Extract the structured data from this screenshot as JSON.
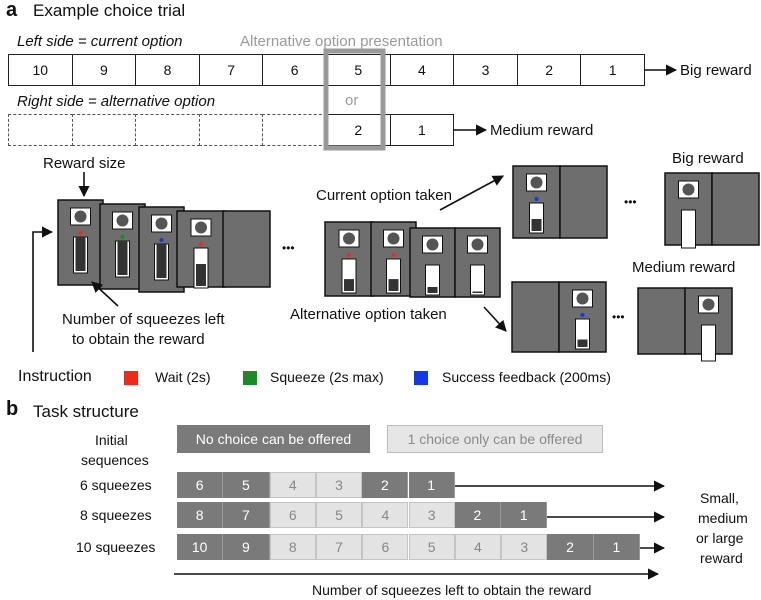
{
  "panel_a": {
    "letter": "a",
    "title": "Example choice trial",
    "left_side_label": "Left side = current option",
    "alt_presentation_label": "Alternative option presentation",
    "right_side_label": "Right side = alternative option",
    "current_cells": [
      "10",
      "9",
      "8",
      "7",
      "6",
      "5",
      "4",
      "3",
      "2",
      "1"
    ],
    "or_label": "or",
    "alt_cells": [
      "2",
      "1"
    ],
    "big_reward_label": "Big reward",
    "medium_reward_label": "Medium reward",
    "reward_size_label": "Reward size",
    "current_taken_label": "Current option taken",
    "alternative_taken_label": "Alternative option taken",
    "big_reward_label_2": "Big reward",
    "medium_reward_label_2": "Medium reward",
    "squeezes_left_label_1": "Number of squeezes left",
    "squeezes_left_label_2": "to obtain the reward",
    "ellipsis": "•••",
    "instruction_label": "Instruction",
    "legend": [
      {
        "label": "Wait (2s)",
        "color": "#ee2b1b"
      },
      {
        "label": "Squeeze (2s max)",
        "color": "#1a8a2a"
      },
      {
        "label": "Success feedback (200ms)",
        "color": "#1238e8"
      }
    ]
  },
  "panel_b": {
    "letter": "b",
    "title": "Task structure",
    "initial_label_1": "Initial",
    "initial_label_2": "sequences",
    "no_choice_label": "No choice can be offered",
    "one_choice_label": "1 choice only can be offered",
    "rows": [
      {
        "label": "6 squeezes",
        "cells": [
          {
            "v": "6",
            "t": "d"
          },
          {
            "v": "5",
            "t": "d"
          },
          {
            "v": "4",
            "t": "l"
          },
          {
            "v": "3",
            "t": "l"
          },
          {
            "v": "2",
            "t": "d"
          },
          {
            "v": "1",
            "t": "d"
          }
        ]
      },
      {
        "label": "8 squeezes",
        "cells": [
          {
            "v": "8",
            "t": "d"
          },
          {
            "v": "7",
            "t": "d"
          },
          {
            "v": "6",
            "t": "l"
          },
          {
            "v": "5",
            "t": "l"
          },
          {
            "v": "4",
            "t": "l"
          },
          {
            "v": "3",
            "t": "l"
          },
          {
            "v": "2",
            "t": "d"
          },
          {
            "v": "1",
            "t": "d"
          }
        ]
      },
      {
        "label": "10 squeezes",
        "cells": [
          {
            "v": "10",
            "t": "d"
          },
          {
            "v": "9",
            "t": "d"
          },
          {
            "v": "8",
            "t": "l"
          },
          {
            "v": "7",
            "t": "l"
          },
          {
            "v": "6",
            "t": "l"
          },
          {
            "v": "5",
            "t": "l"
          },
          {
            "v": "4",
            "t": "l"
          },
          {
            "v": "3",
            "t": "l"
          },
          {
            "v": "2",
            "t": "d"
          },
          {
            "v": "1",
            "t": "d"
          }
        ]
      }
    ],
    "outcome_lines": [
      "Small,",
      "medium",
      "or large",
      "reward"
    ],
    "axis_label": "Number of squeezes left to obtain the reward"
  }
}
